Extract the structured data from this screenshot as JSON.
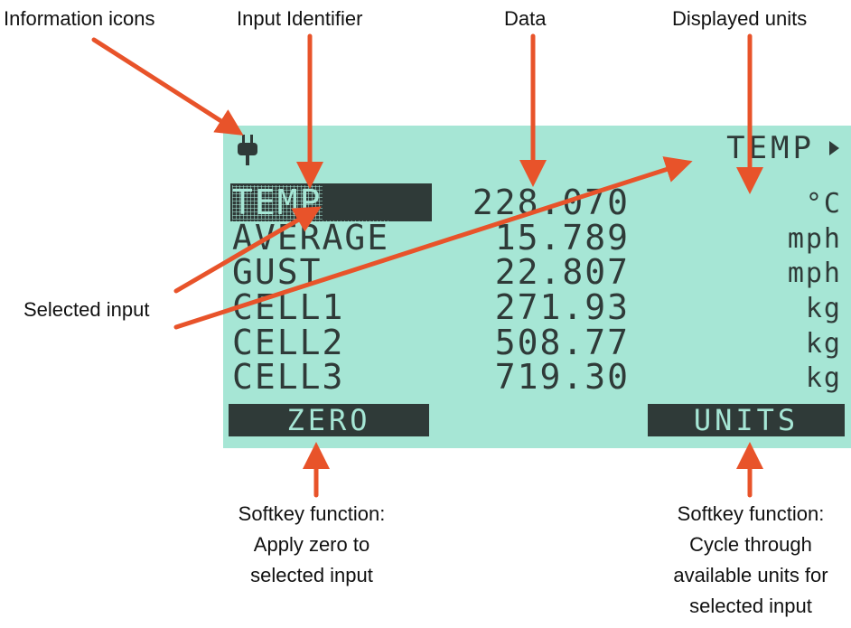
{
  "callouts": {
    "information_icons": "Information icons",
    "input_identifier": "Input Identifier",
    "data": "Data",
    "displayed_units": "Displayed units",
    "selected_input": "Selected input",
    "softkey_left": [
      "Softkey function:",
      "Apply zero to",
      "selected input"
    ],
    "softkey_right": [
      "Softkey function:",
      "Cycle through",
      "available units for",
      "selected input"
    ]
  },
  "display": {
    "header_title": "TEMP",
    "header_icon": "plug-icon",
    "header_arrow_icon": "right-triangle-icon",
    "rows": [
      {
        "label": "TEMP",
        "value": "228.070",
        "unit": "°C",
        "selected": true
      },
      {
        "label": "AVERAGE",
        "value": "15.789",
        "unit": "mph"
      },
      {
        "label": "GUST",
        "value": "22.807",
        "unit": "mph"
      },
      {
        "label": "CELL1",
        "value": "271.93",
        "unit": "kg"
      },
      {
        "label": "CELL2",
        "value": "508.77",
        "unit": "kg"
      },
      {
        "label": "CELL3",
        "value": "719.30",
        "unit": "kg"
      }
    ],
    "softkeys": {
      "left": "ZERO",
      "right": "UNITS"
    }
  },
  "colors": {
    "lcd_background": "#a6e6d5",
    "lcd_foreground": "#2f3a38",
    "arrow": "#e8532a"
  }
}
